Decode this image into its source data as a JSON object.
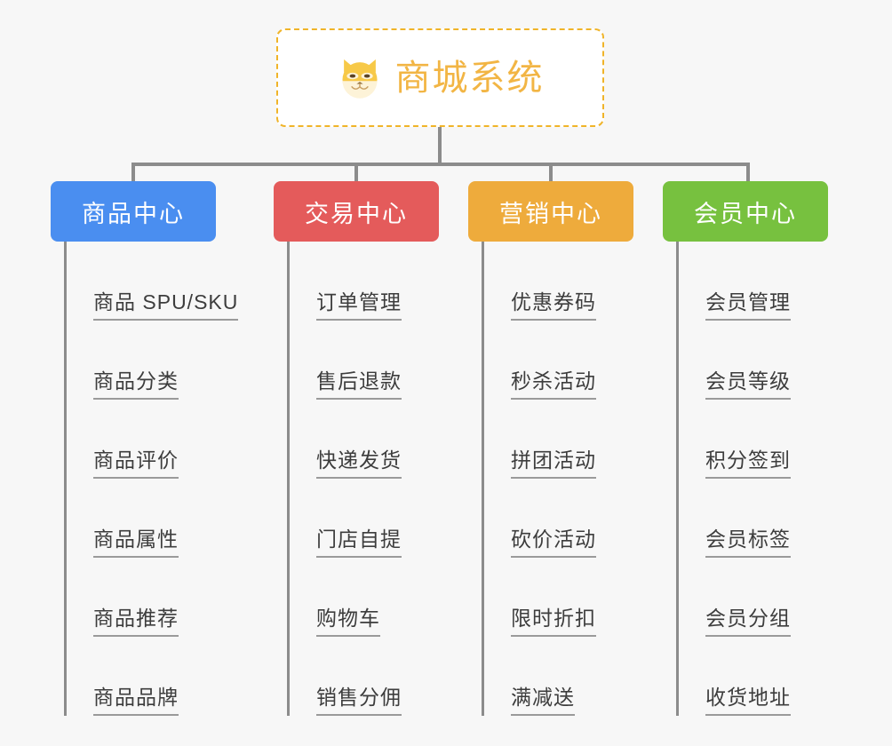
{
  "root": {
    "title": "商城系统",
    "icon": "shiba-dog-face-icon",
    "border_color": "#f0b429",
    "text_color": "#f2b544",
    "background": "#ffffff"
  },
  "canvas": {
    "background": "#f7f7f7",
    "connector_color": "#8c8c8c"
  },
  "branches": [
    {
      "label": "商品中心",
      "color": "#4a8ef0",
      "items": [
        "商品 SPU/SKU",
        "商品分类",
        "商品评价",
        "商品属性",
        "商品推荐",
        "商品品牌"
      ]
    },
    {
      "label": "交易中心",
      "color": "#e45b5b",
      "items": [
        "订单管理",
        "售后退款",
        "快递发货",
        "门店自提",
        "购物车",
        "销售分佣"
      ]
    },
    {
      "label": "营销中心",
      "color": "#eeab3c",
      "items": [
        "优惠券码",
        "秒杀活动",
        "拼团活动",
        "砍价活动",
        "限时折扣",
        "满减送"
      ]
    },
    {
      "label": "会员中心",
      "color": "#77c13f",
      "items": [
        "会员管理",
        "会员等级",
        "积分签到",
        "会员标签",
        "会员分组",
        "收货地址"
      ]
    }
  ]
}
